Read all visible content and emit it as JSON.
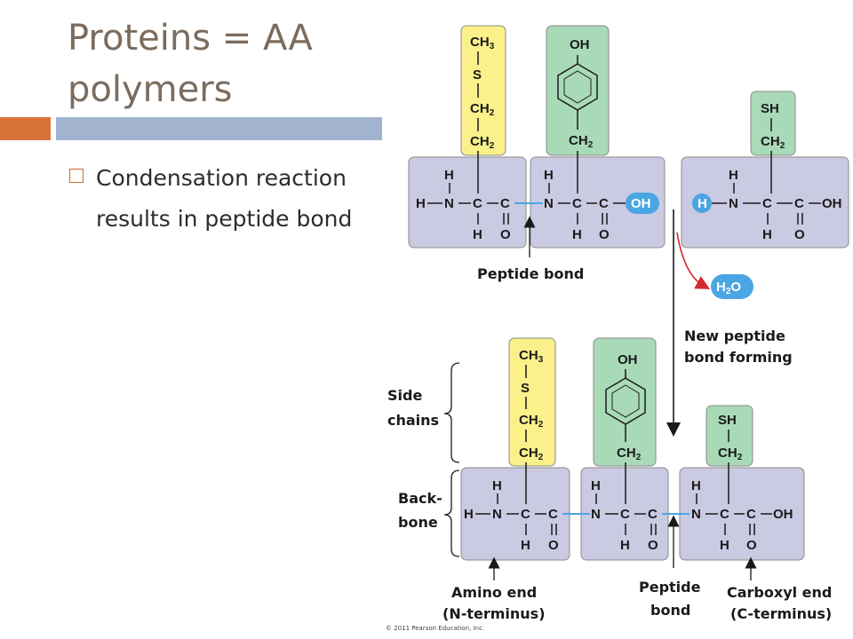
{
  "slide": {
    "title_line1": "Proteins = AA",
    "title_line2": "polymers",
    "bullet_line1": "Condensation reaction",
    "bullet_line2": "results in peptide bond"
  },
  "figure": {
    "labels": {
      "peptide_bond_top": "Peptide bond",
      "new_bond_line1": "New peptide",
      "new_bond_line2": "bond forming",
      "side_chains_line1": "Side",
      "side_chains_line2": "chains",
      "backbone_line1": "Back-",
      "backbone_line2": "bone",
      "amino_end_line1": "Amino end",
      "amino_end_line2": "(N-terminus)",
      "peptide_bond_bottom_line1": "Peptide",
      "peptide_bond_bottom_line2": "bond",
      "carboxyl_end_line1": "Carboxyl end",
      "carboxyl_end_line2": "(C-terminus)",
      "water": "H2O",
      "copyright": "© 2011 Pearson Education, Inc."
    },
    "chem": {
      "H": "H",
      "N": "N",
      "C": "C",
      "O": "O",
      "OH": "OH",
      "S": "S",
      "SH": "SH",
      "CH3": "CH3",
      "CH2": "CH2"
    },
    "colors": {
      "backbone_box": "#cbcae3",
      "methionine_side": "#fbf18a",
      "tyrosine_side": "#a9dab8",
      "cysteine_side": "#a9dab8",
      "bond_blue": "#4aa6e2",
      "reaction_arrow": "#d8262e",
      "title_color": "#7b6c5e",
      "orange_bar": "#d8743a",
      "blue_bar": "#a2b3d0"
    }
  }
}
